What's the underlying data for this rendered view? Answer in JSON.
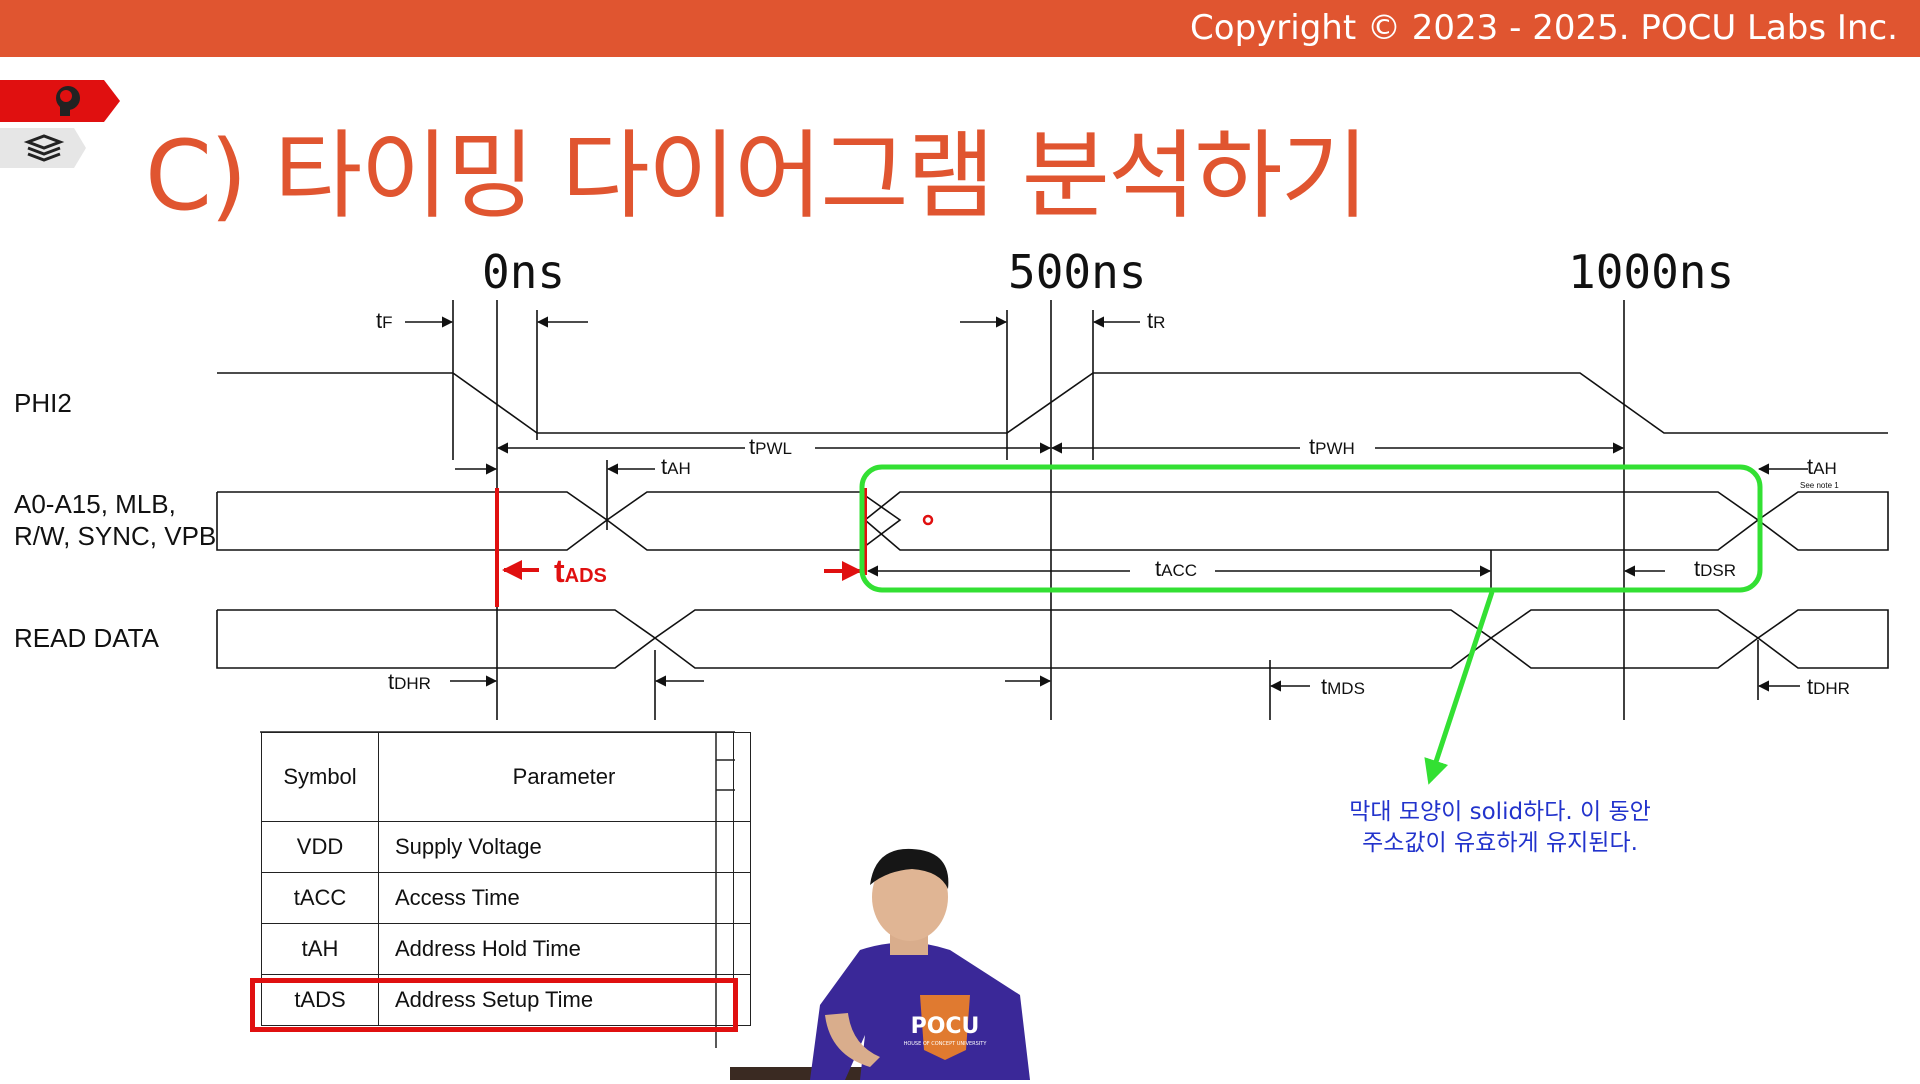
{
  "header": {
    "copyright": "Copyright © 2023 - 2025. POCU Labs Inc."
  },
  "side_tabs": [
    {
      "icon": "brain-head-icon",
      "color": "#e01010"
    },
    {
      "icon": "book-stack-icon",
      "color": "#e6e6e6"
    }
  ],
  "slide": {
    "title": "C) 타이밍 다이어그램 분석하기"
  },
  "timeline": {
    "t0": "0ns",
    "t500": "500ns",
    "t1000": "1000ns"
  },
  "signals": {
    "phi2": "PHI2",
    "addr_line1": "A0-A15, MLB,",
    "addr_line2": "R/W, SYNC, VPB",
    "read_data": "READ DATA"
  },
  "timing_labels": {
    "tF": {
      "main": "t",
      "sub": "F"
    },
    "tR": {
      "main": "t",
      "sub": "R"
    },
    "tPWL": {
      "main": "t",
      "sub": "PWL"
    },
    "tPWH": {
      "main": "t",
      "sub": "PWH"
    },
    "tAH_left": {
      "main": "t",
      "sub": "AH"
    },
    "tAH_right": {
      "main": "t",
      "sub": "AH"
    },
    "see_note": "See note 1",
    "tACC": {
      "main": "t",
      "sub": "ACC"
    },
    "tDSR": {
      "main": "t",
      "sub": "DSR"
    },
    "tDHR_left": {
      "main": "t",
      "sub": "DHR"
    },
    "tMDS": {
      "main": "t",
      "sub": "MDS"
    },
    "tDHR_right": {
      "main": "t",
      "sub": "DHR"
    },
    "tADS": {
      "main": "t",
      "sub": "ADS"
    }
  },
  "annotation": {
    "line1": "막대 모양이 solid하다. 이 동안",
    "line2": "주소값이 유효하게 유지된다."
  },
  "table": {
    "headers": [
      "Symbol",
      "Parameter"
    ],
    "rows": [
      {
        "symbol": "VDD",
        "parameter": "Supply Voltage"
      },
      {
        "symbol": "tACC",
        "parameter": "Access Time"
      },
      {
        "symbol": "tAH",
        "parameter": "Address Hold Time"
      },
      {
        "symbol": "tADS",
        "parameter": "Address Setup Time"
      }
    ]
  },
  "presenter": {
    "shirt_text": "POCU",
    "shirt_subtext": "HOUSE OF CONCEPT UNIVERSITY"
  },
  "colors": {
    "brand": "#e05530",
    "highlight_red": "#e01010",
    "highlight_green": "#33e033",
    "annotation_blue": "#2233cc"
  }
}
